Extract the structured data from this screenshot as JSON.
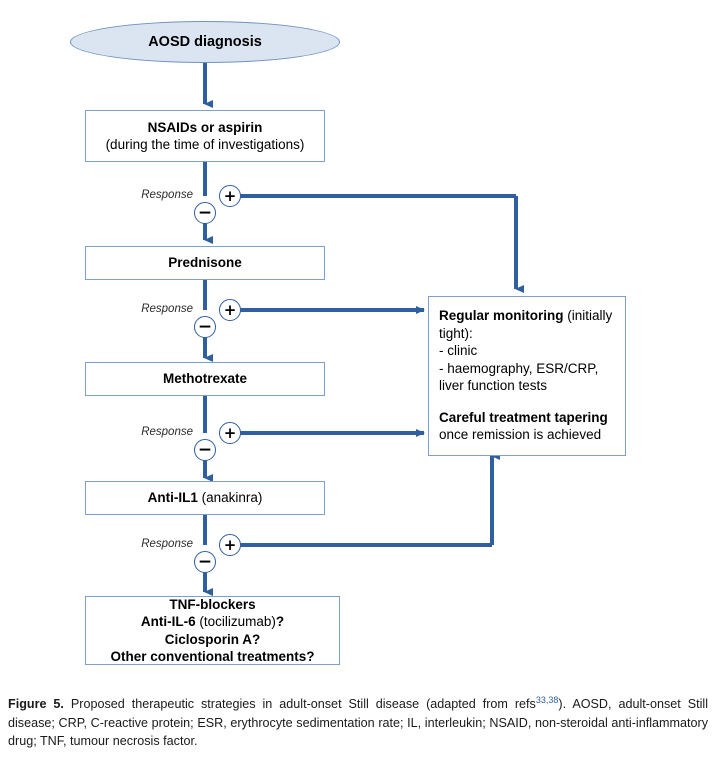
{
  "figure": {
    "id": "figure-5-aosd-treatment-flowchart",
    "accent_color": "#2f5f9e",
    "box_border_color": "#7f9fc8",
    "ellipse_fill_color": "#dbe5f1",
    "box_fill_color": "#ffffff",
    "background_color": "#ffffff"
  },
  "nodes": {
    "start": {
      "label": "AOSD diagnosis",
      "shape": "ellipse"
    },
    "step1": {
      "line1": "NSAIDs or aspirin",
      "line2": "(during the time of investigations)"
    },
    "step2": {
      "line1": "Prednisone"
    },
    "step3": {
      "line1": "Methotrexate"
    },
    "step4": {
      "line1_bold": "Anti-IL1",
      "line1_rest": " (anakinra)"
    },
    "step5": {
      "line1": "TNF-blockers",
      "line2_bold": "Anti-IL-6",
      "line2_mid": " (tocilizumab)",
      "line2_end": "?",
      "line3": "Ciclosporin A?",
      "line4": "Other conventional treatments?"
    },
    "monitoring": {
      "heading_bold": "Regular monitoring",
      "heading_rest": " (initially",
      "heading_line2": "tight):",
      "bullet1": "- clinic",
      "bullet2": "- haemography, ESR/CRP,",
      "bullet3": "liver function tests",
      "tapering_bold": "Careful treatment tapering",
      "tapering_rest": "once remission is achieved"
    }
  },
  "branches": [
    {
      "response_label": "Response",
      "positive": "+",
      "negative": "−"
    },
    {
      "response_label": "Response",
      "positive": "+",
      "negative": "−"
    },
    {
      "response_label": "Response",
      "positive": "+",
      "negative": "−"
    },
    {
      "response_label": "Response",
      "positive": "+",
      "negative": "−"
    }
  ],
  "caption": {
    "figure_number": "Figure 5.",
    "text_part1": " Proposed therapeutic strategies in adult-onset Still disease (adapted from refs",
    "reference_superscript": "33,38",
    "text_part2": "). AOSD, adult-onset Still disease; CRP, C-reactive protein; ESR, erythrocyte sedimentation rate; IL, interleukin; NSAID, non-steroidal anti-inflammatory drug; TNF, tumour necrosis factor."
  }
}
